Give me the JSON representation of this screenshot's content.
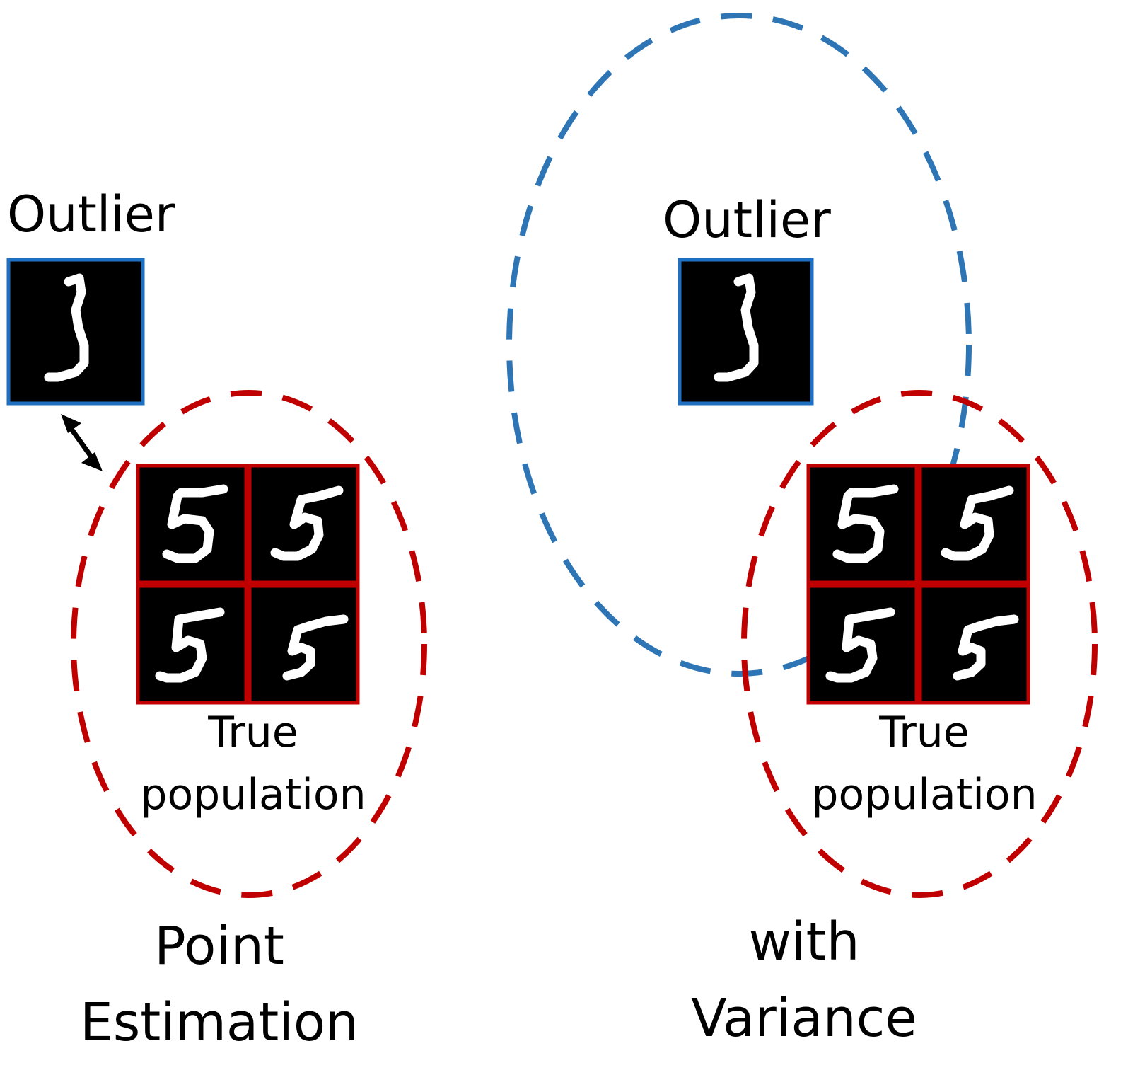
{
  "colors": {
    "outlier_frame": "#1f6fc0",
    "population_frame": "#c00000",
    "variance_ellipse": "#2e75b6",
    "population_ellipse": "#c00000",
    "tile_background": "#000000",
    "digit": "#ffffff",
    "arrow": "#000000"
  },
  "left_panel": {
    "outlier_label": "Outlier",
    "population_label_line1": "True",
    "population_label_line2": "population",
    "caption_line1": "Point",
    "caption_line2": "Estimation"
  },
  "right_panel": {
    "outlier_label": "Outlier",
    "population_label_line1": "True",
    "population_label_line2": "population",
    "caption_line1": "with",
    "caption_line2": "Variance"
  },
  "icons": {
    "outlier_digit": "digit-1-like-icon",
    "population_digit": "digit-5-icon",
    "distance_arrow": "double-headed-arrow-icon"
  }
}
